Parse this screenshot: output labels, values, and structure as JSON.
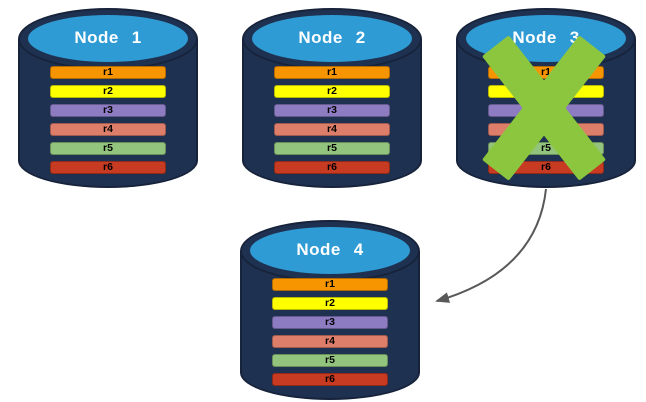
{
  "canvas": {
    "background": "#FFFFFF"
  },
  "colors": {
    "cylinder_body": "#1F3150",
    "cylinder_outline": "#16233B",
    "cap_fill": "#2E9BD5",
    "node_label_text": "#FFFFFF",
    "record_label_text": "#000000",
    "failure_x": "#8CC63E",
    "arrow": "#595959"
  },
  "record_colors": {
    "r1": "#F79500",
    "r2": "#FFFF00",
    "r3": "#8E7CC3",
    "r4": "#DD7E6B",
    "r5": "#93C47D",
    "r6": "#C63B22"
  },
  "nodes": [
    {
      "label": "Node 1",
      "records": [
        "r1",
        "r2",
        "r3",
        "r4",
        "r5",
        "r6"
      ]
    },
    {
      "label": "Node 2",
      "records": [
        "r1",
        "r2",
        "r3",
        "r4",
        "r5",
        "r6"
      ]
    },
    {
      "label": "Node 3",
      "records": [
        "r1",
        "r2",
        "r3",
        "r4",
        "r5",
        "r6"
      ],
      "status": "failed"
    },
    {
      "label": "Node 4",
      "records": [
        "r1",
        "r2",
        "r3",
        "r4",
        "r5",
        "r6"
      ]
    }
  ],
  "arrow": {
    "from": "Node 3",
    "to": "Node 4"
  }
}
